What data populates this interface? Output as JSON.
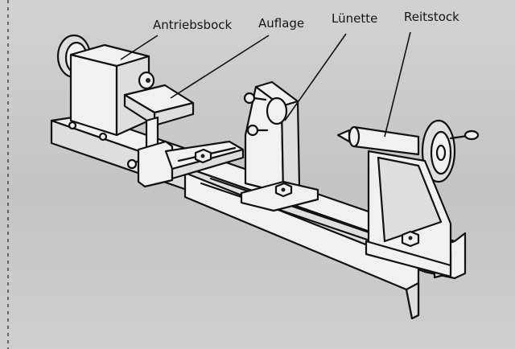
{
  "labels": {
    "antriebsbock": "Antriebsbock",
    "auflage": "Auflage",
    "luenette": "Lünette",
    "reitstock": "Reitstock"
  },
  "colors": {
    "ink": "#111111",
    "paper": "#c9c9c9"
  }
}
